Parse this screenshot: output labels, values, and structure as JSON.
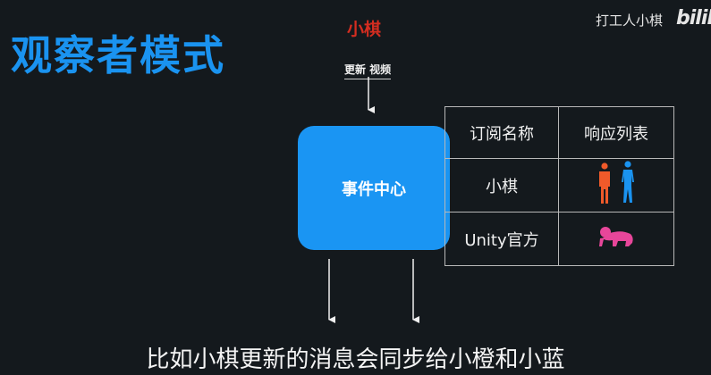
{
  "title": "观察者模式",
  "watermark": "打工人小棋",
  "logo": "bilib",
  "publisher": "小棋",
  "action": "更新 视频",
  "hub": "事件中心",
  "table": {
    "headers": [
      "订阅名称",
      "响应列表"
    ],
    "rows": [
      {
        "name": "小棋",
        "icons": [
          "person-orange-icon",
          "person-blue-icon"
        ]
      },
      {
        "name": "Unity官方",
        "icons": [
          "baby-pink-icon"
        ]
      }
    ]
  },
  "caption": "比如小棋更新的消息会同步给小橙和小蓝",
  "colors": {
    "background": "#14191d",
    "title": "#1a93f0",
    "hub": "#1a95f3",
    "publisher": "#d42d20",
    "orange": "#f05a2a",
    "blue": "#1a93f0",
    "pink": "#e8469a"
  }
}
